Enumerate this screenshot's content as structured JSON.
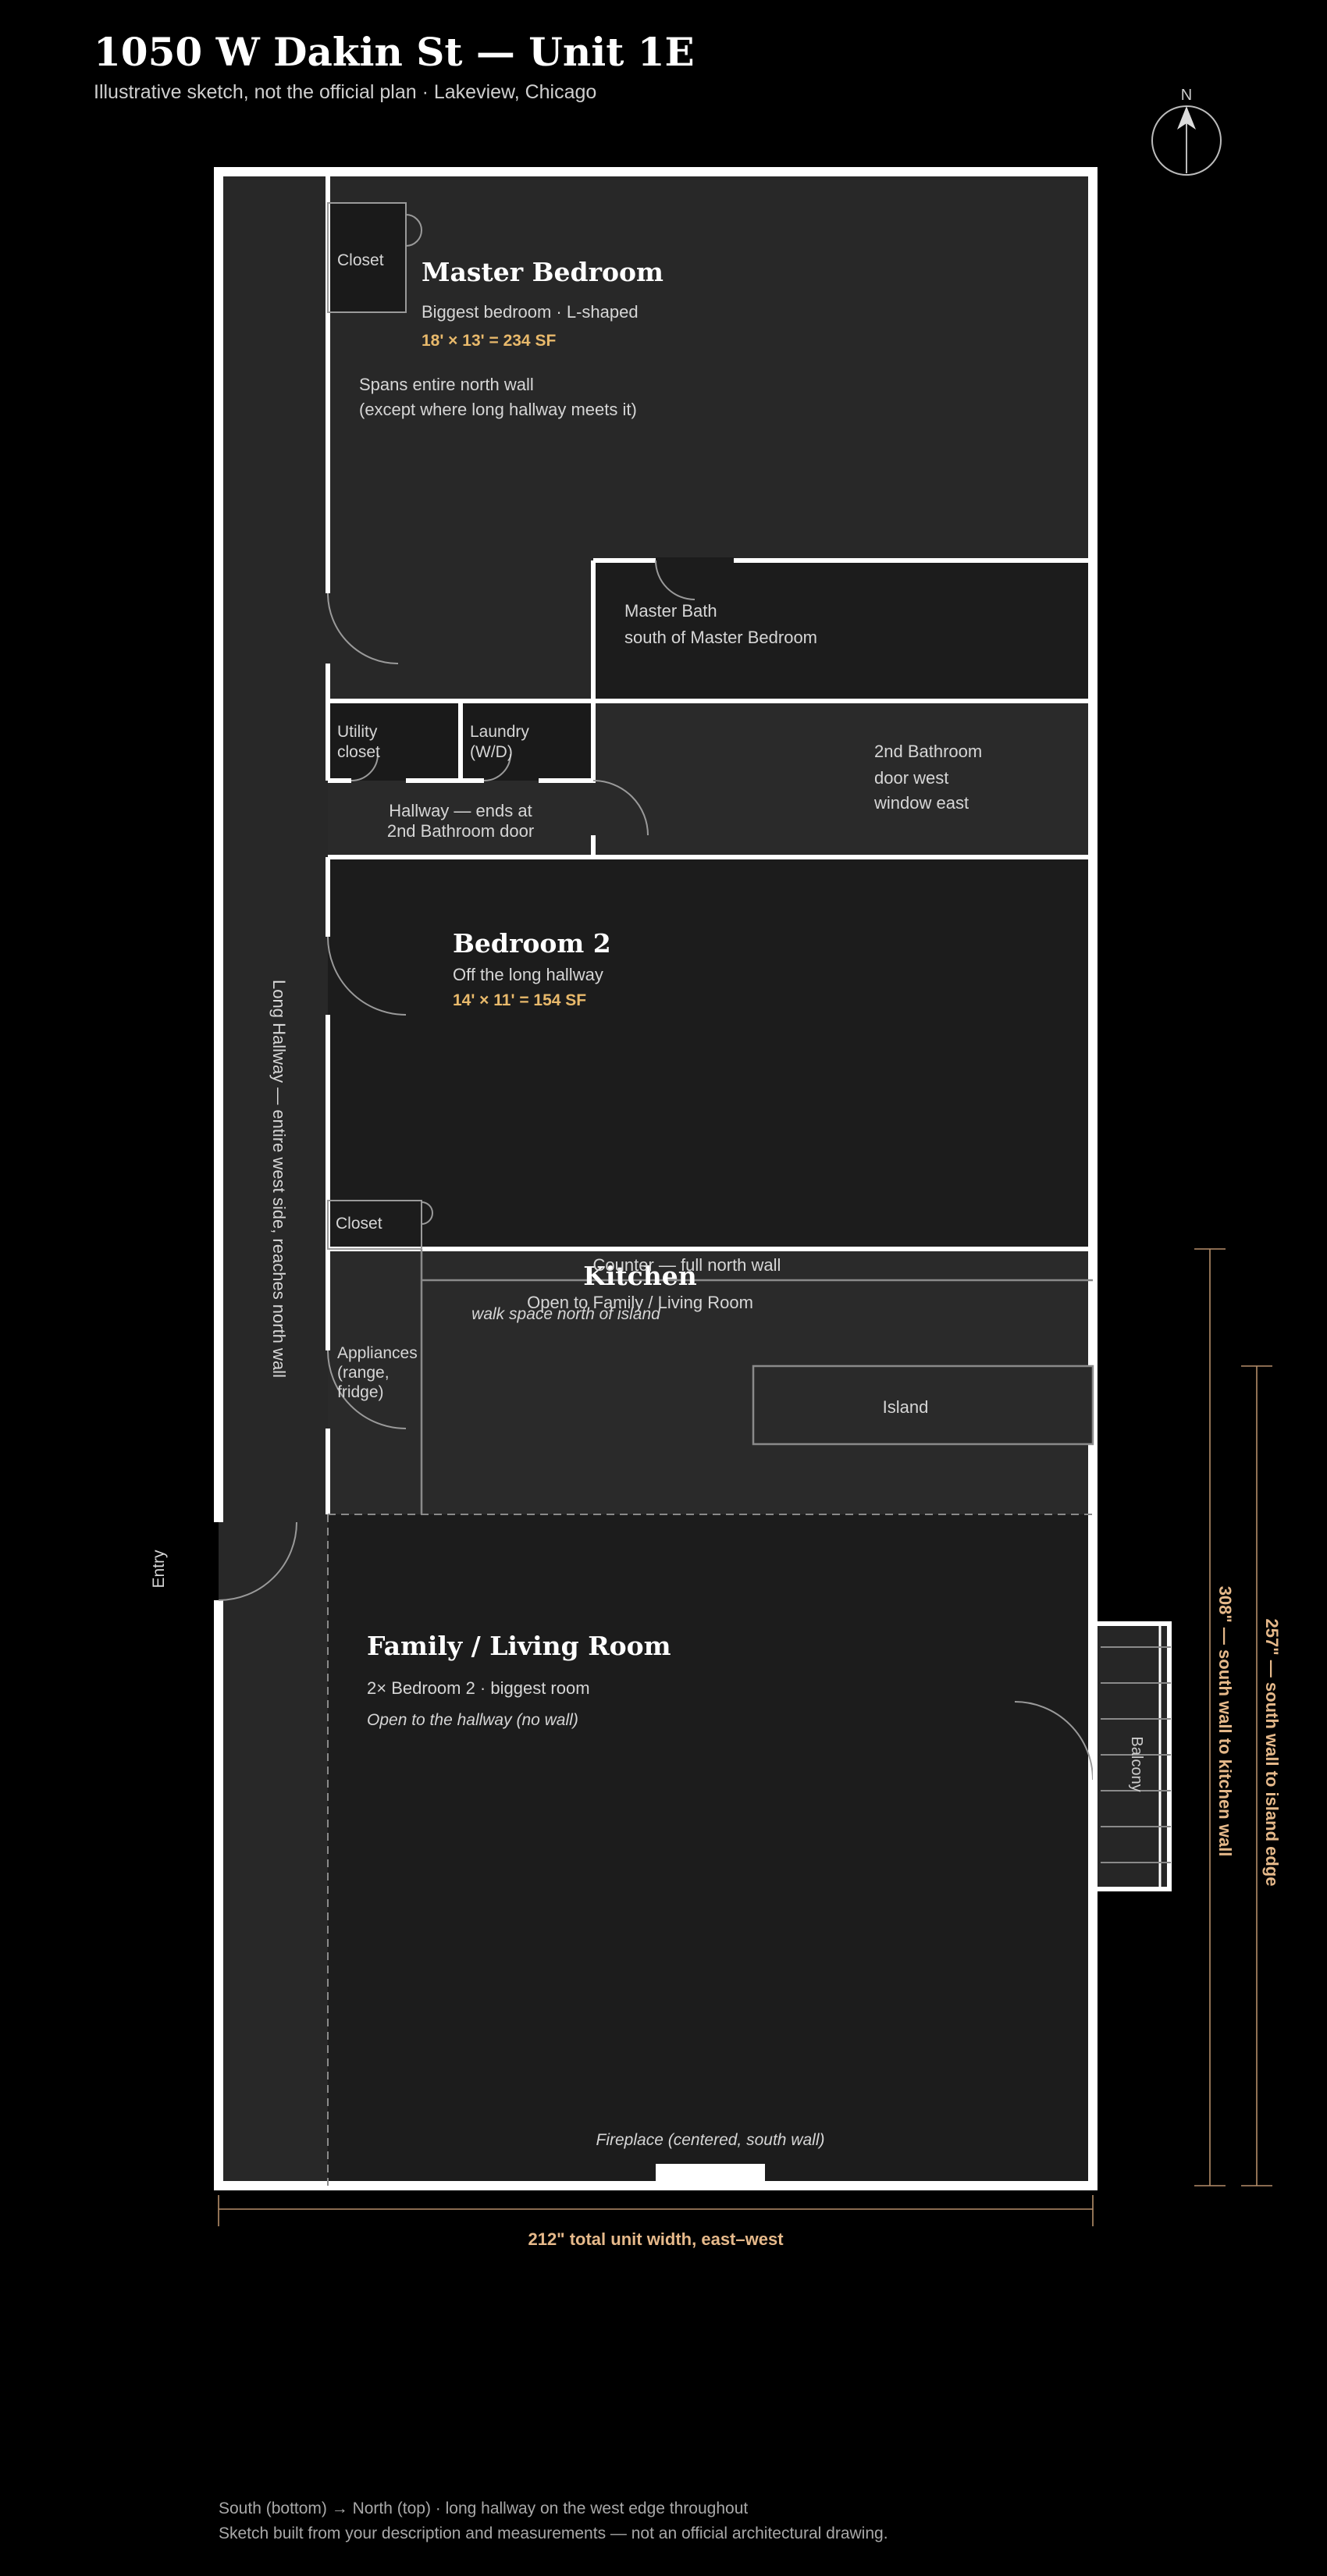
{
  "title": "1050 W Dakin St — Unit 1E",
  "subtitle": "Illustrative sketch, not the official plan · Lakeview, Chicago",
  "compass_label": "N",
  "rooms": {
    "master_bedroom": {
      "name": "Master Bedroom",
      "desc": "Biggest bedroom · L-shaped",
      "area": "18' × 13' = 234 SF",
      "note_line1": "Spans entire north wall",
      "note_line2": "(except where long hallway meets it)",
      "closet": "Closet"
    },
    "master_bath": {
      "name": "Master Bath",
      "desc": "south of Master Bedroom"
    },
    "utility": {
      "line1": "Utility",
      "line2": "closet"
    },
    "laundry": {
      "line1": "Laundry",
      "line2": "(W/D)"
    },
    "second_bath": {
      "name": "2nd Bathroom",
      "line2": "door west",
      "line3": "window east"
    },
    "hallway_short": {
      "line1": "Hallway — ends at",
      "line2": "2nd Bathroom door"
    },
    "bedroom2": {
      "name": "Bedroom 2",
      "desc": "Off the long hallway",
      "area": "14' × 11' = 154 SF",
      "closet": "Closet"
    },
    "long_hallway": "Long Hallway — entire west side, reaches north wall",
    "kitchen": {
      "name": "Kitchen",
      "counter": "Counter — full north wall",
      "open_note": "Open to Family / Living Room",
      "walk_space": "walk space north of island",
      "appliances_line1": "Appliances",
      "appliances_line2": "(range,",
      "appliances_line3": "fridge)",
      "island": "Island"
    },
    "entry": "Entry",
    "family": {
      "name": "Family / Living Room",
      "desc": "2× Bedroom 2 · biggest room",
      "note": "Open to the hallway (no wall)",
      "fireplace": "Fireplace (centered, south wall)"
    },
    "balcony": "Balcony"
  },
  "dimensions": {
    "width": "212\" total unit width, east–west",
    "kitchen_wall": "308\" — south wall to kitchen wall",
    "island_edge": "257\" — south wall to island edge"
  },
  "footer": {
    "line1": "South (bottom) → North (top) · long hallway on the west edge throughout",
    "line2": "Sketch built from your description and measurements — not an official architectural drawing."
  }
}
